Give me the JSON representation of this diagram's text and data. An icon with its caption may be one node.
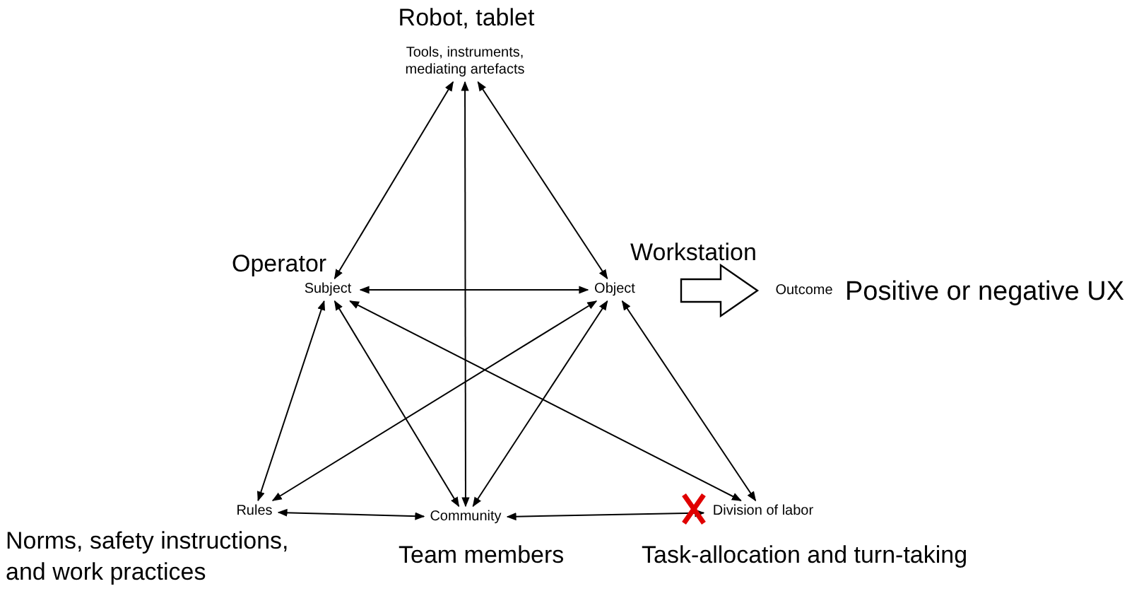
{
  "diagram": {
    "nodes": [
      {
        "text": [
          "Tools, instruments, mediating artefacts"
        ],
        "beside": [
          "Robot, tablet"
        ]
      },
      {
        "text": [
          "Subject"
        ],
        "beside": [
          "Operator"
        ]
      },
      {
        "text": [
          "Object"
        ],
        "beside": [
          "Workstation"
        ]
      },
      {
        "text": [
          "Outcome"
        ],
        "beside": [
          "Positive or negative UX"
        ]
      },
      {
        "text": [
          "Rules"
        ],
        "beside": [
          "Norms, safety instructions, and work practices"
        ]
      },
      {
        "text": [
          "Community"
        ],
        "beside": [
          "Team members"
        ]
      },
      {
        "text": [
          "Division of labor"
        ],
        "beside": [
          "Task-allocation and turn-taking"
        ]
      }
    ],
    "edges": [
      {
        "from": 0,
        "to": 1,
        "arrow": "both"
      },
      {
        "from": 0,
        "to": 2,
        "arrow": "both"
      },
      {
        "from": 0,
        "to": 5,
        "arrow": "both"
      },
      {
        "from": 1,
        "to": 2,
        "arrow": "both"
      },
      {
        "from": 2,
        "to": 3,
        "arrow": "to",
        "style": "thick"
      },
      {
        "from": 1,
        "to": 4,
        "arrow": "both"
      },
      {
        "from": 1,
        "to": 5,
        "arrow": "both"
      },
      {
        "from": 1,
        "to": 6,
        "arrow": "both"
      },
      {
        "from": 2,
        "to": 4,
        "arrow": "both"
      },
      {
        "from": 2,
        "to": 5,
        "arrow": "both"
      },
      {
        "from": 2,
        "to": 6,
        "arrow": "both"
      },
      {
        "from": 4,
        "to": 5,
        "arrow": "both"
      },
      {
        "from": 5,
        "to": 6,
        "arrow": "both"
      }
    ]
  }
}
